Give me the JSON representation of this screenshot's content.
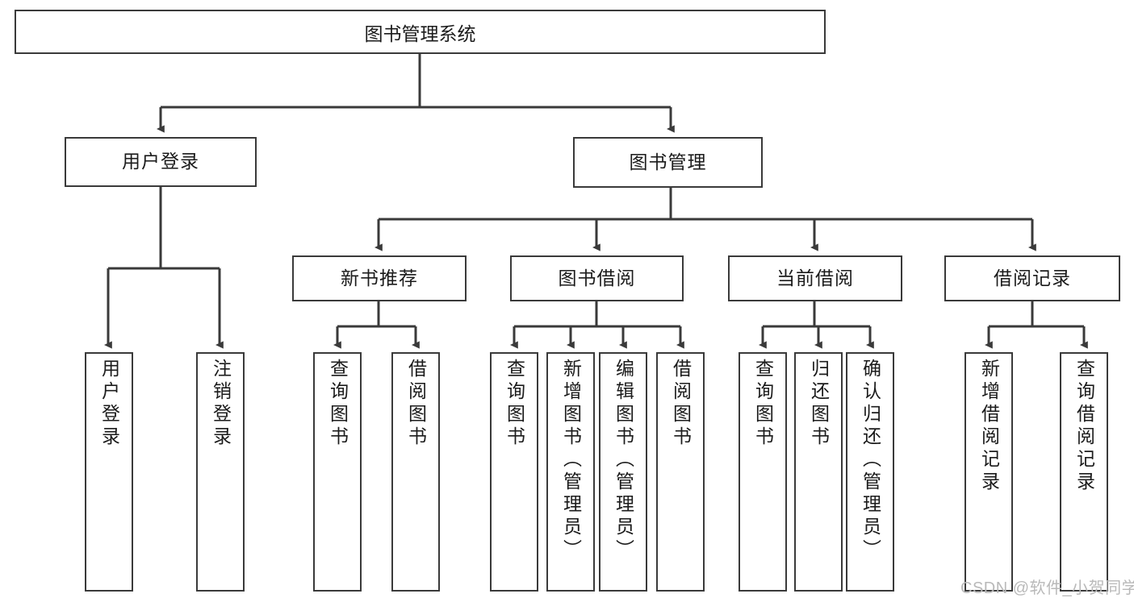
{
  "diagram": {
    "title": "图书管理系统",
    "type": "tree",
    "orientation": "top-down",
    "colors": {
      "box_border": "#3a3a3a",
      "box_fill": "#ffffff",
      "edge": "#3a3a3a",
      "text": "#1b1b1b",
      "watermark": "#b9b9b9",
      "background": "#ffffff"
    },
    "root": {
      "label": "图书管理系统"
    },
    "level2": [
      {
        "id": "user-login",
        "label": "用户登录"
      },
      {
        "id": "book-management",
        "label": "图书管理"
      }
    ],
    "level3": [
      {
        "id": "new-book-recommend",
        "label": "新书推荐"
      },
      {
        "id": "book-borrow",
        "label": "图书借阅"
      },
      {
        "id": "current-borrow",
        "label": "当前借阅"
      },
      {
        "id": "borrow-record",
        "label": "借阅记录"
      }
    ],
    "leaves": [
      {
        "id": "leaf-user-login",
        "label": "用户登录",
        "parent": "user-login"
      },
      {
        "id": "leaf-user-logout",
        "label": "注销登录",
        "parent": "user-login"
      },
      {
        "id": "leaf-query-book-1",
        "label": "查询图书",
        "parent": "new-book-recommend"
      },
      {
        "id": "leaf-borrow-book-1",
        "label": "借阅图书",
        "parent": "new-book-recommend"
      },
      {
        "id": "leaf-query-book-2",
        "label": "查询图书",
        "parent": "book-borrow"
      },
      {
        "id": "leaf-add-book",
        "label": "新增图书（管理员）",
        "parent": "book-borrow"
      },
      {
        "id": "leaf-edit-book",
        "label": "编辑图书（管理员）",
        "parent": "book-borrow"
      },
      {
        "id": "leaf-borrow-book-2",
        "label": "借阅图书",
        "parent": "book-borrow"
      },
      {
        "id": "leaf-query-book-3",
        "label": "查询图书",
        "parent": "current-borrow"
      },
      {
        "id": "leaf-return-book",
        "label": "归还图书",
        "parent": "current-borrow"
      },
      {
        "id": "leaf-confirm-return",
        "label": "确认归还（管理员）",
        "parent": "current-borrow"
      },
      {
        "id": "leaf-add-record",
        "label": "新增借阅记录",
        "parent": "borrow-record"
      },
      {
        "id": "leaf-query-record",
        "label": "查询借阅记录",
        "parent": "borrow-record"
      }
    ],
    "watermark": "CSDN @软件_小贺同学"
  }
}
